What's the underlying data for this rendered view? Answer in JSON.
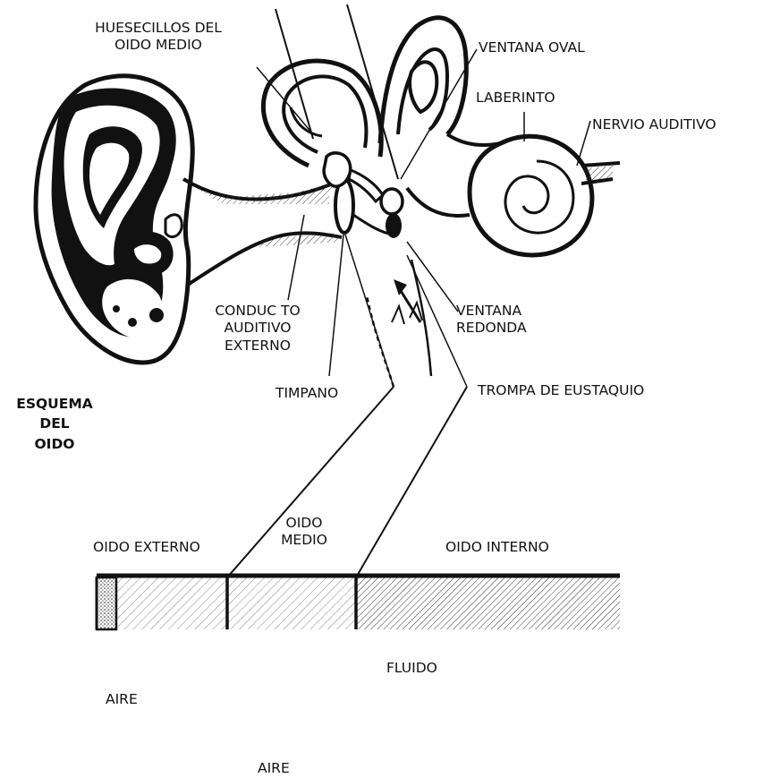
{
  "diagram": {
    "title_lines": [
      "ESQUEMA",
      "DEL",
      "OIDO"
    ],
    "labels": {
      "huesecillos": [
        "HUESECILLOS DEL",
        "OIDO MEDIO"
      ],
      "ventana_oval": "VENTANA OVAL",
      "laberinto": "LABERINTO",
      "nervio_auditivo": "NERVIO AUDITIVO",
      "conducto": [
        "CONDUC TO",
        "AUDITIVO",
        "EXTERNO"
      ],
      "ventana_redonda": [
        "VENTANA",
        "REDONDA"
      ],
      "timpano": "TIMPANO",
      "trompa": "TROMPA DE EUSTAQUIO"
    },
    "sections": {
      "externo": "OIDO EXTERNO",
      "medio": [
        "OIDO",
        "MEDIO"
      ],
      "interno": "OIDO INTERNO"
    },
    "media": {
      "aire_1": "AIRE",
      "aire_2": "AIRE",
      "fluido": "FLUIDO"
    },
    "colors": {
      "ink": "#111111",
      "background": "#ffffff"
    }
  }
}
